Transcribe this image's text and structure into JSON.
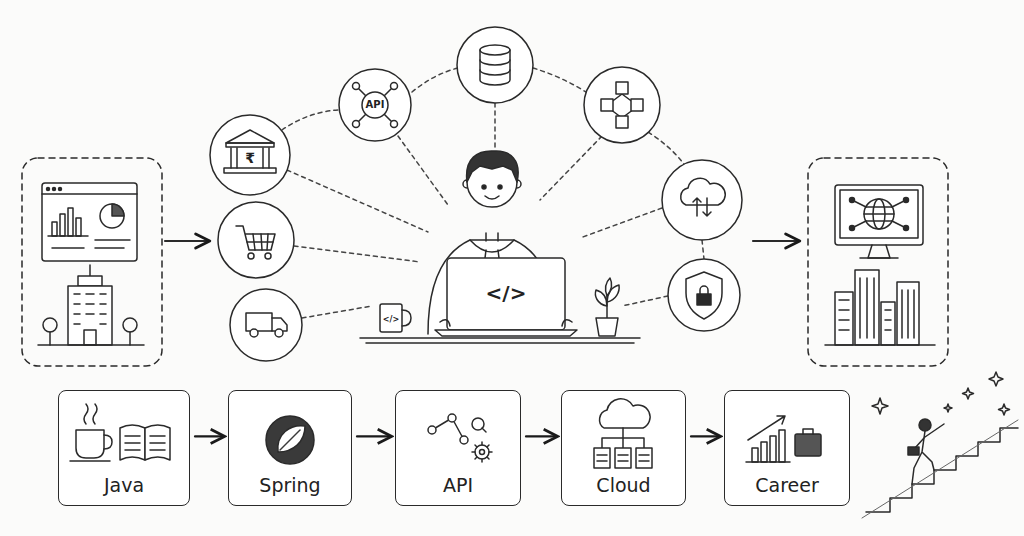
{
  "diagram": {
    "nodes": [
      {
        "text": [
          "API"
        ]
      },
      {
        "text": [
          "Java"
        ]
      },
      {
        "text": [
          "Spring"
        ]
      },
      {
        "text": [
          "API"
        ]
      },
      {
        "text": [
          "Cloud"
        ]
      },
      {
        "text": [
          "Career"
        ]
      }
    ],
    "edges": [
      {
        "from": 1,
        "to": 2,
        "arrow": "to"
      },
      {
        "from": 2,
        "to": 3,
        "arrow": "to"
      },
      {
        "from": 3,
        "to": 4,
        "arrow": "to"
      },
      {
        "from": 4,
        "to": 5,
        "arrow": "to"
      }
    ],
    "labels": [
      "₹",
      "</>",
      "</>"
    ]
  }
}
